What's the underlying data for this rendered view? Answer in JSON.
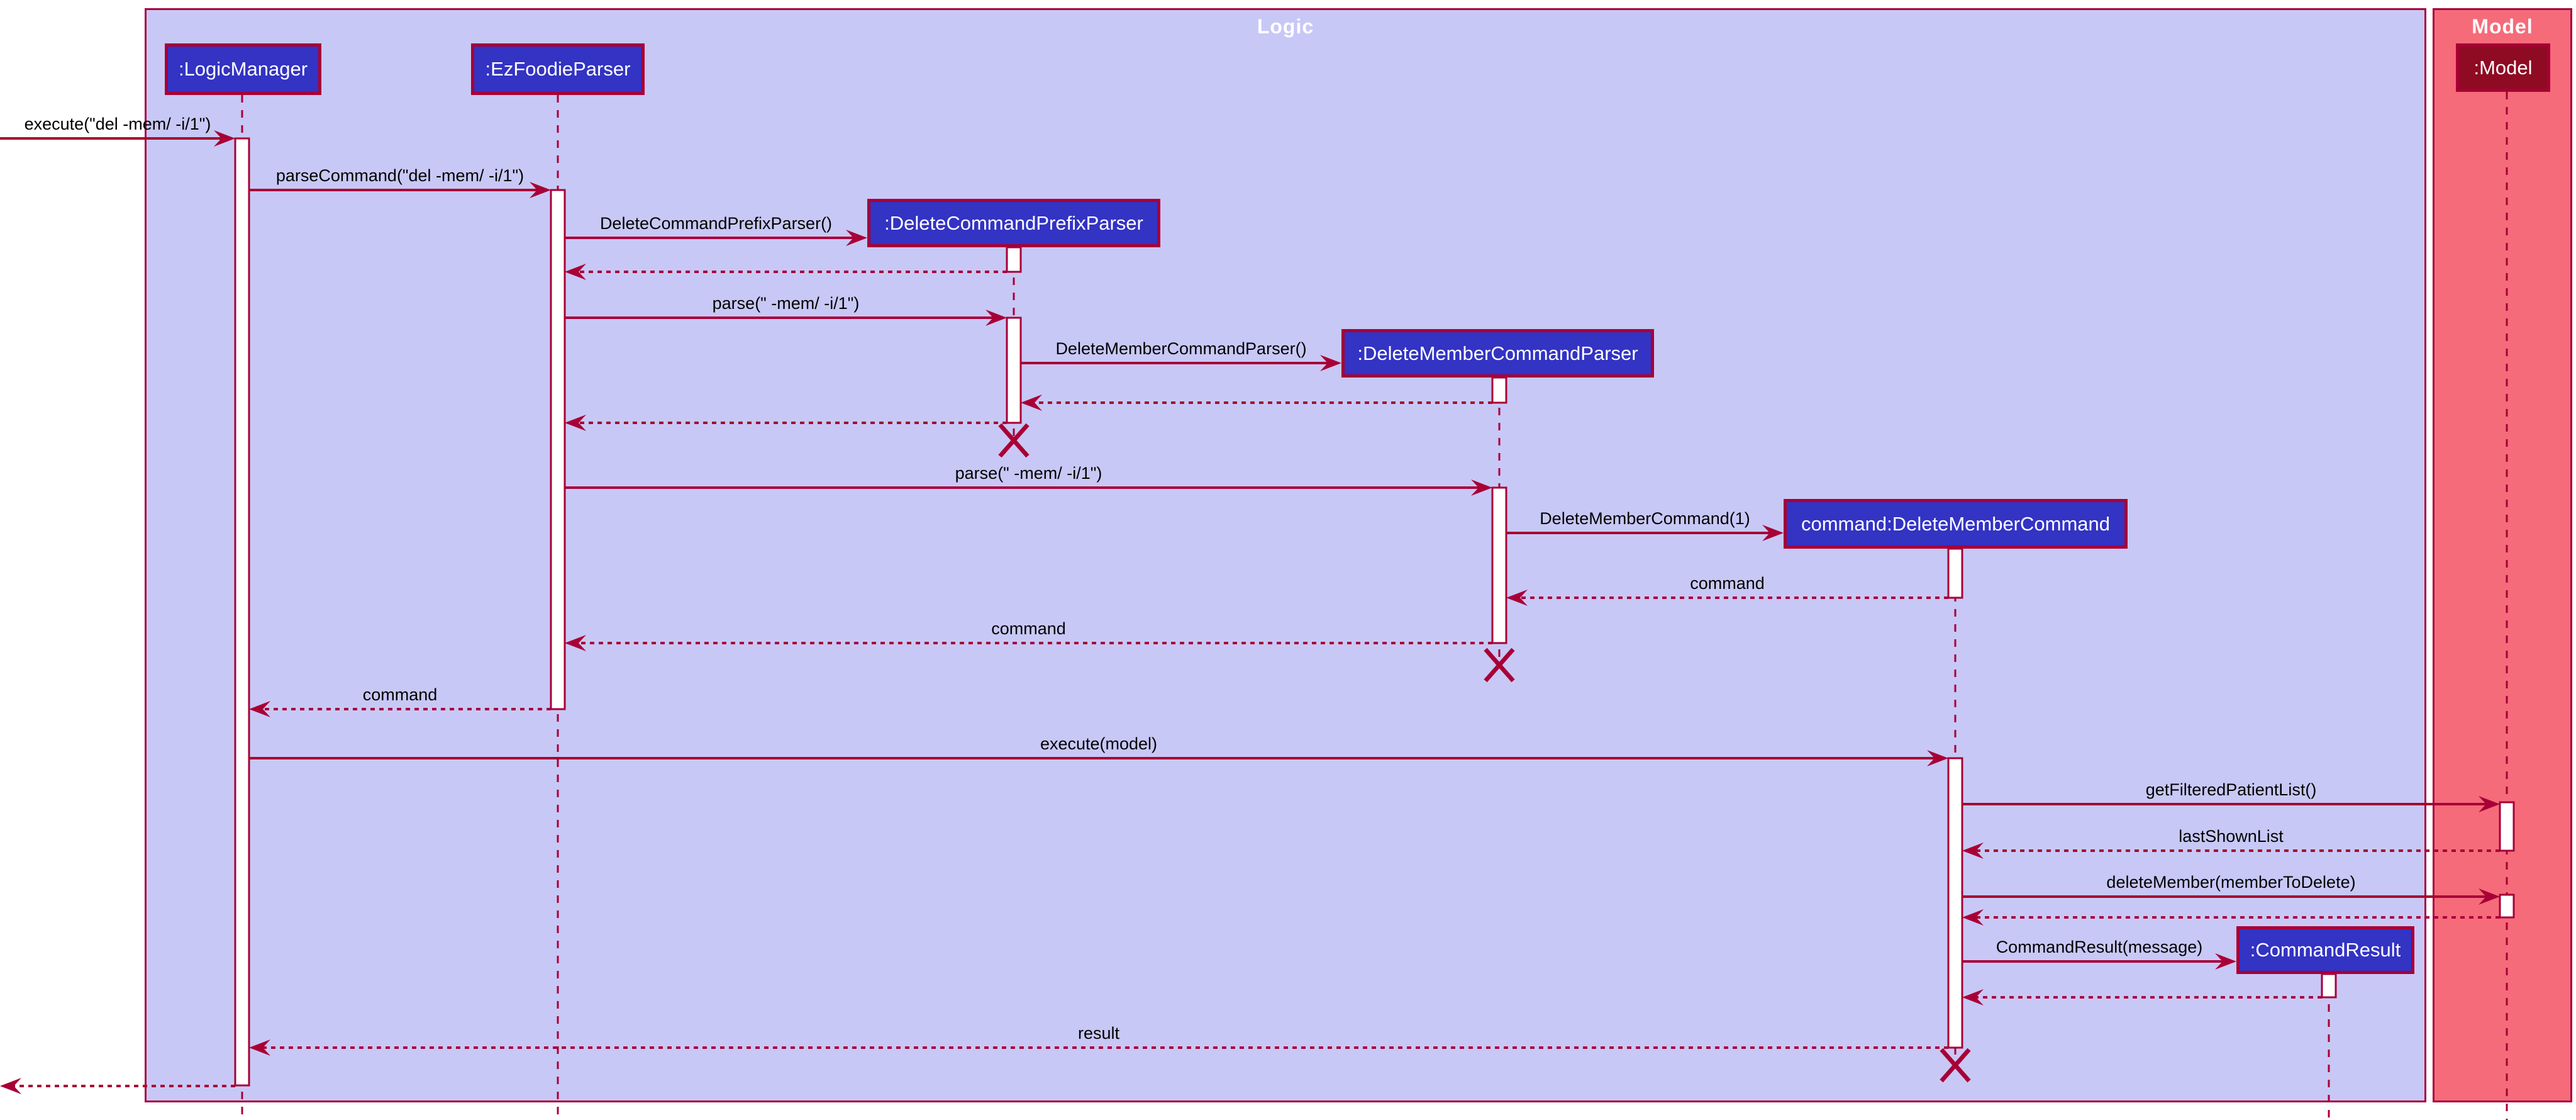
{
  "frames": [
    {
      "title": "Logic"
    },
    {
      "title": "Model"
    }
  ],
  "participants": [
    {
      "label": ":LogicManager"
    },
    {
      "label": ":EzFoodieParser"
    },
    {
      "label": ":DeleteCommandPrefixParser"
    },
    {
      "label": ":DeleteMemberCommandParser"
    },
    {
      "label": "command:DeleteMemberCommand"
    },
    {
      "label": ":CommandResult"
    },
    {
      "label": ":Model"
    }
  ],
  "messages": [
    {
      "label": "execute(\"del -mem/ -i/1\")",
      "from": "caller",
      "to": ":LogicManager",
      "kind": "call"
    },
    {
      "label": "parseCommand(\"del -mem/ -i/1\")",
      "from": ":LogicManager",
      "to": ":EzFoodieParser",
      "kind": "call"
    },
    {
      "label": "DeleteCommandPrefixParser()",
      "from": ":EzFoodieParser",
      "to": ":DeleteCommandPrefixParser",
      "kind": "create"
    },
    {
      "label": "",
      "from": ":DeleteCommandPrefixParser",
      "to": ":EzFoodieParser",
      "kind": "return"
    },
    {
      "label": "parse(\" -mem/ -i/1\")",
      "from": ":EzFoodieParser",
      "to": ":DeleteCommandPrefixParser",
      "kind": "call"
    },
    {
      "label": "DeleteMemberCommandParser()",
      "from": ":DeleteCommandPrefixParser",
      "to": ":DeleteMemberCommandParser",
      "kind": "create"
    },
    {
      "label": "",
      "from": ":DeleteMemberCommandParser",
      "to": ":DeleteCommandPrefixParser",
      "kind": "return"
    },
    {
      "label": "",
      "from": ":DeleteCommandPrefixParser",
      "to": ":EzFoodieParser",
      "kind": "return"
    },
    {
      "label": "parse(\" -mem/ -i/1\")",
      "from": ":EzFoodieParser",
      "to": ":DeleteMemberCommandParser",
      "kind": "call"
    },
    {
      "label": "DeleteMemberCommand(1)",
      "from": ":DeleteMemberCommandParser",
      "to": "command:DeleteMemberCommand",
      "kind": "create"
    },
    {
      "label": "command",
      "from": "command:DeleteMemberCommand",
      "to": ":DeleteMemberCommandParser",
      "kind": "return"
    },
    {
      "label": "command",
      "from": ":DeleteMemberCommandParser",
      "to": ":EzFoodieParser",
      "kind": "return"
    },
    {
      "label": "command",
      "from": ":EzFoodieParser",
      "to": ":LogicManager",
      "kind": "return"
    },
    {
      "label": "execute(model)",
      "from": ":LogicManager",
      "to": "command:DeleteMemberCommand",
      "kind": "call"
    },
    {
      "label": "getFilteredPatientList()",
      "from": "command:DeleteMemberCommand",
      "to": ":Model",
      "kind": "call"
    },
    {
      "label": "lastShownList",
      "from": ":Model",
      "to": "command:DeleteMemberCommand",
      "kind": "return"
    },
    {
      "label": "deleteMember(memberToDelete)",
      "from": "command:DeleteMemberCommand",
      "to": ":Model",
      "kind": "call"
    },
    {
      "label": "",
      "from": ":Model",
      "to": "command:DeleteMemberCommand",
      "kind": "return"
    },
    {
      "label": "CommandResult(message)",
      "from": "command:DeleteMemberCommand",
      "to": ":CommandResult",
      "kind": "create"
    },
    {
      "label": "",
      "from": ":CommandResult",
      "to": "command:DeleteMemberCommand",
      "kind": "return"
    },
    {
      "label": "result",
      "from": "command:DeleteMemberCommand",
      "to": ":LogicManager",
      "kind": "return"
    },
    {
      "label": "",
      "from": ":LogicManager",
      "to": "caller",
      "kind": "return"
    }
  ],
  "colors": {
    "background": "#FFFFFF",
    "frame_logic_fill": "#C8C8F6",
    "frame_model_fill": "#F56B7A",
    "frame_border": "#A80036",
    "frame_title_text": "#FFFFFF",
    "participant_fill": "#3333C4",
    "participant_model_fill": "#8E0B23",
    "participant_border": "#A80036",
    "participant_text": "#FFFFFF",
    "arrow": "#A80036",
    "message_text": "#000000",
    "activation_fill": "#FFFFFF"
  }
}
